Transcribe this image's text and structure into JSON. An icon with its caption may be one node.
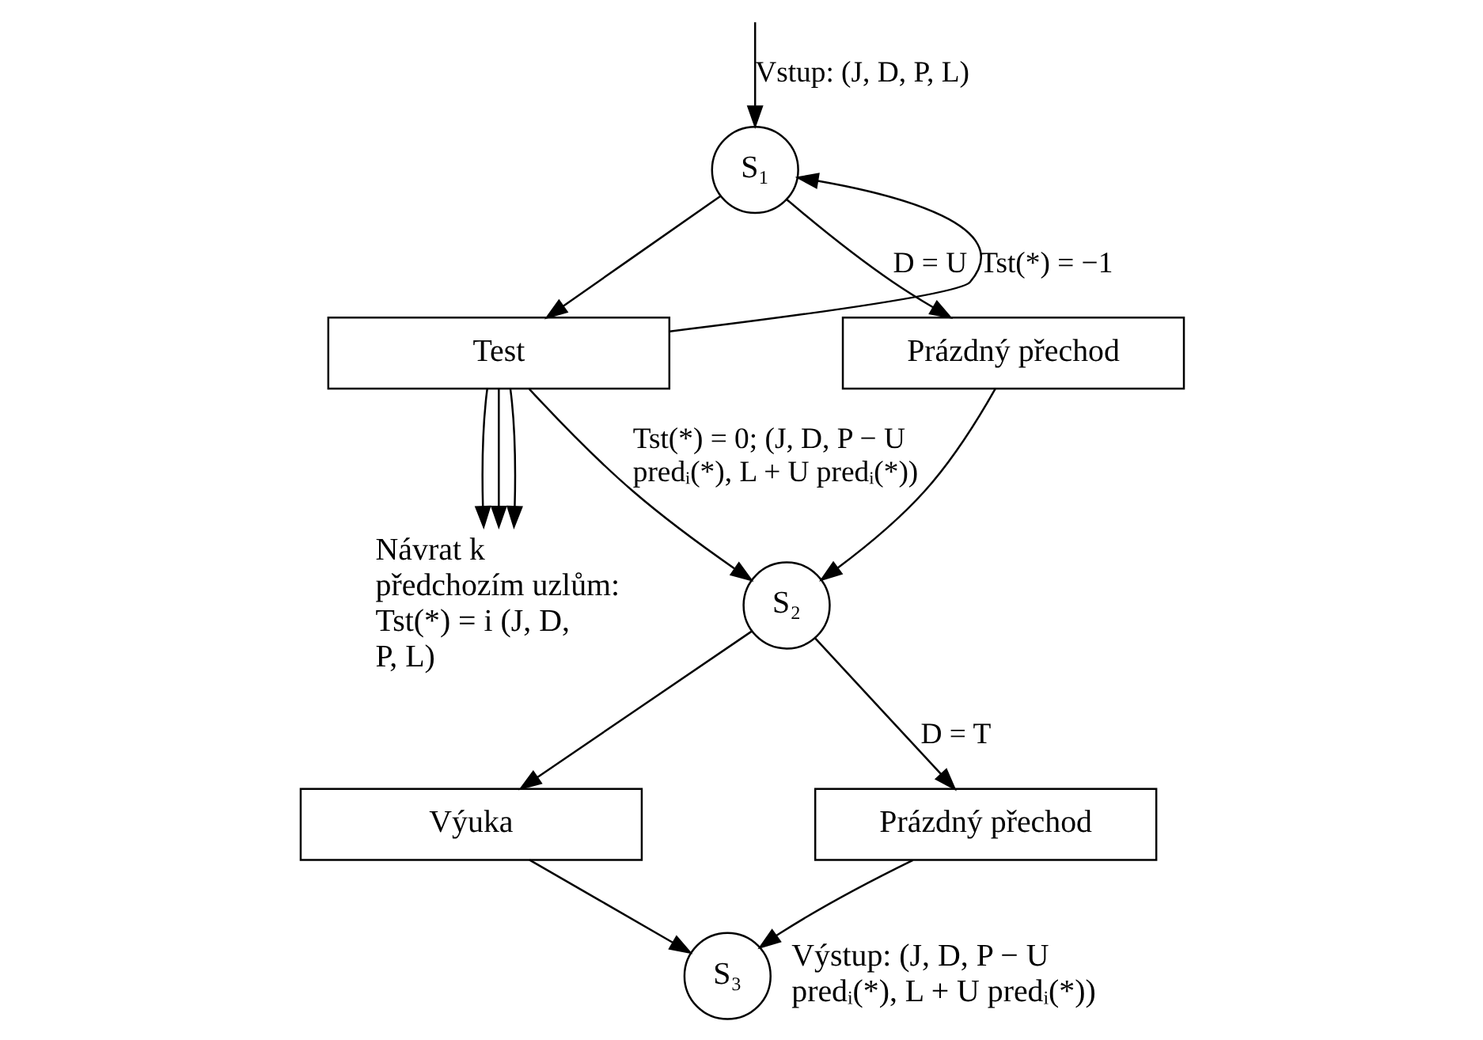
{
  "diagram": {
    "nodes": [
      {
        "text": [
          "S₁"
        ]
      },
      {
        "text": [
          "Test"
        ]
      },
      {
        "text": [
          "Prázdný přechod"
        ]
      },
      {
        "text": [
          "S₂"
        ]
      },
      {
        "text": [
          "Výuka"
        ]
      },
      {
        "text": [
          "Prázdný přechod"
        ]
      },
      {
        "text": [
          "S₃"
        ],
        "beside": [
          "Výstup: (J, D, P − U predᵢ(*), L + U predᵢ(*))"
        ]
      },
      {
        "text": [
          "Návrat k předchozím uzlům: Tst(*) = i (J, D, P, L)"
        ]
      }
    ],
    "edges": [
      {
        "from": null,
        "to": 0,
        "arrow": "to",
        "label": "Vstup: (J, D, P, L)"
      },
      {
        "from": 1,
        "to": 0,
        "arrow": "to",
        "label": "Tst(*) = −1"
      },
      {
        "from": 0,
        "to": 1,
        "arrow": "to"
      },
      {
        "from": 0,
        "to": 2,
        "arrow": "to",
        "label": "D = U"
      },
      {
        "from": 1,
        "to": 3,
        "arrow": "to",
        "label": "Tst(*) = 0; (J, D, P − U predᵢ(*), L + U predᵢ(*))"
      },
      {
        "from": 2,
        "to": 3,
        "arrow": "to"
      },
      {
        "from": 1,
        "to": 7,
        "arrow": "to"
      },
      {
        "from": 1,
        "to": 7,
        "arrow": "to"
      },
      {
        "from": 1,
        "to": 7,
        "arrow": "to"
      },
      {
        "from": 3,
        "to": 4,
        "arrow": "to"
      },
      {
        "from": 3,
        "to": 5,
        "arrow": "to",
        "label": "D = T"
      },
      {
        "from": 4,
        "to": 6,
        "arrow": "to"
      },
      {
        "from": 5,
        "to": 6,
        "arrow": "to"
      }
    ]
  }
}
